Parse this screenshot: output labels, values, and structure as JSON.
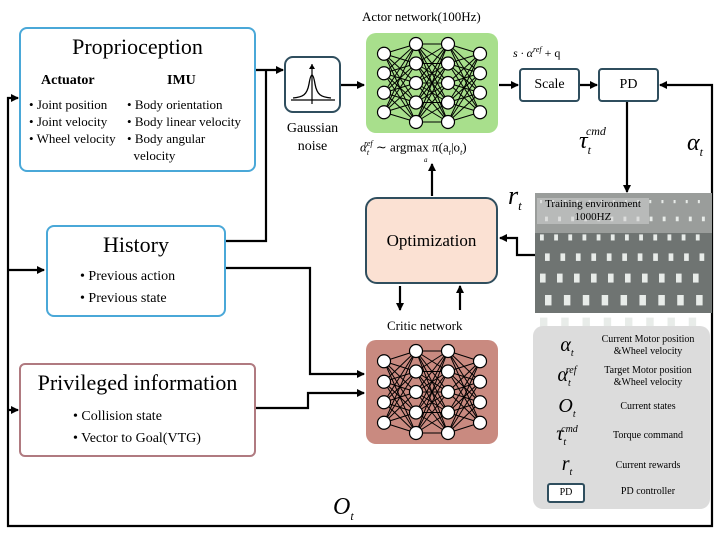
{
  "proprioception": {
    "title": "Proprioception",
    "actuator_heading": "Actuator",
    "actuator_items": [
      "Joint position",
      "Joint velocity",
      "Wheel velocity"
    ],
    "imu_heading": "IMU",
    "imu_items": [
      "Body orientation",
      "Body linear velocity",
      "Body angular",
      "velocity"
    ]
  },
  "history": {
    "title": "History",
    "items": [
      "Previous action",
      "Previous state"
    ]
  },
  "privileged": {
    "title": "Privileged information",
    "items": [
      "Collision state",
      "Vector to Goal(VTG)"
    ]
  },
  "gaussian": {
    "label_line1": "Gaussian",
    "label_line2": "noise"
  },
  "actor": {
    "title": "Actor network(100Hz)",
    "formula_lhs": "α",
    "formula_sub": "t",
    "formula_sup": "ref",
    "formula_rhs": " ∼ argmax π(a",
    "formula_sub2": "t",
    "formula_mid": "|o",
    "formula_sub3": "t",
    "formula_end": ")",
    "under": "a"
  },
  "scale": {
    "label": "Scale",
    "formula": "s · α",
    "formula_sup": "ref",
    "formula_sub": "t",
    "formula_tail": " + q"
  },
  "pd": {
    "label": "PD"
  },
  "optimization": {
    "label": "Optimization"
  },
  "critic": {
    "title": "Critic network"
  },
  "training_env": {
    "line1": "Training environment",
    "line2": "1000HZ"
  },
  "side_labels": {
    "tau_cmd": "τ",
    "tau_sub": "t",
    "tau_sup": "cmd",
    "alpha": "α",
    "alpha_sub": "t",
    "reward": "r",
    "reward_sub": "t",
    "obs": "O",
    "obs_sub": "t"
  },
  "legend": [
    {
      "sym": "α",
      "sub": "t",
      "sup": "",
      "text": "Current Motor position &Wheel velocity"
    },
    {
      "sym": "α",
      "sub": "t",
      "sup": "ref",
      "text": "Target Motor position &Wheel velocity"
    },
    {
      "sym": "O",
      "sub": "t",
      "sup": "",
      "text": "Current states"
    },
    {
      "sym": "τ",
      "sub": "t",
      "sup": "cmd",
      "text": "Torque command"
    },
    {
      "sym": "r",
      "sub": "t",
      "sup": "",
      "text": "Current rewards"
    },
    {
      "sym": "PD",
      "sub": "",
      "sup": "",
      "text": "PD controller"
    }
  ],
  "colors": {
    "blue_border": "#4aa8d8",
    "pink_border": "#b07a80",
    "actor_bg": "#a8df8c",
    "critic_bg": "#c98a80",
    "optimization_bg": "#fbe1d3",
    "legend_bg": "#dcdcdc",
    "scale_border": "#2f4e5e"
  }
}
